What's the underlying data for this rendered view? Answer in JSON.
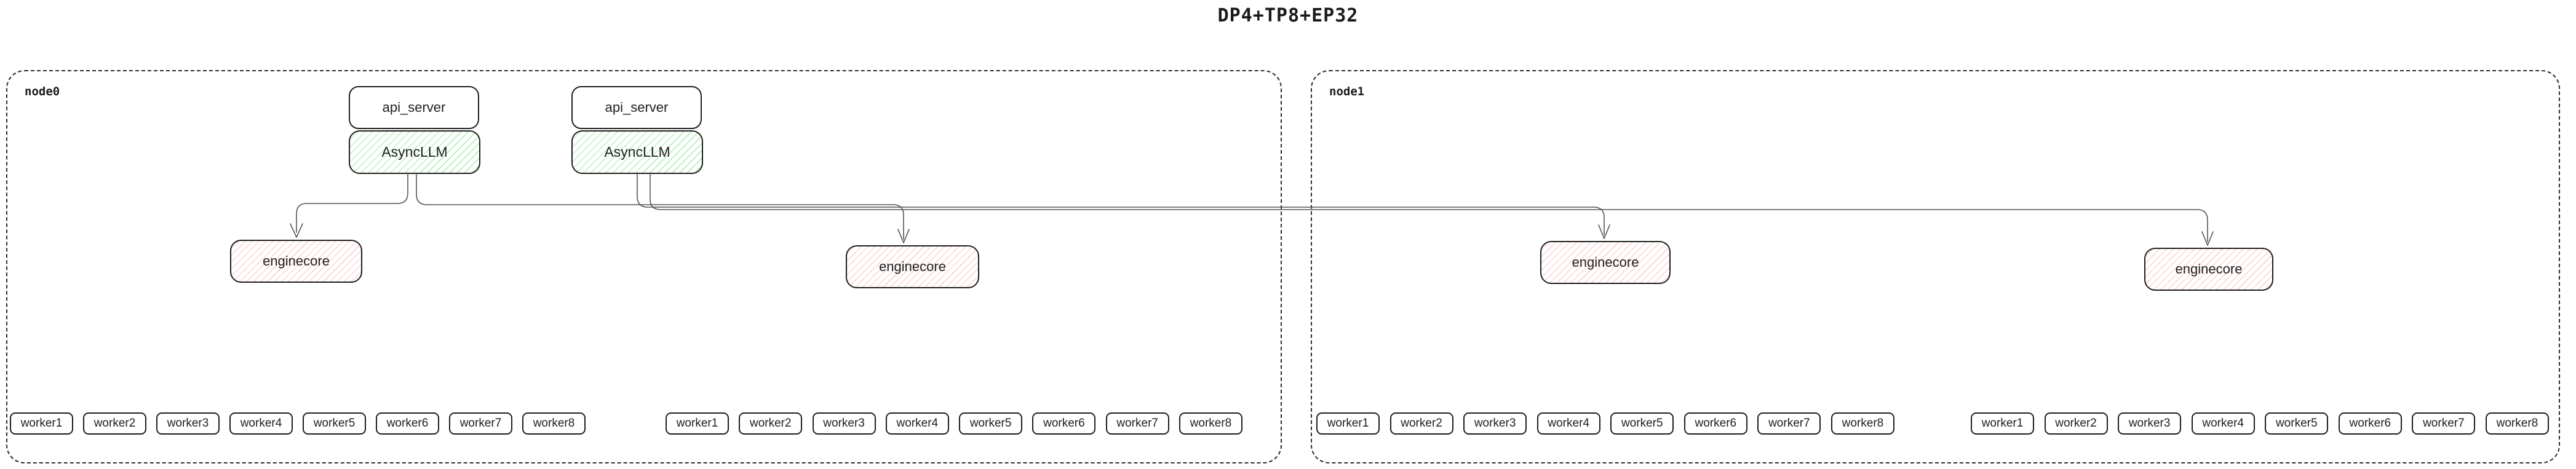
{
  "title": "DP4+TP8+EP32",
  "colors": {
    "background": "#ffffff",
    "box_border": "#1e1e1e",
    "node_border": "#2b2b2b",
    "connector_line": "#555555",
    "async_llm_hatch_green": "#69db7c",
    "enginecore_hatch_red": "#ff8787"
  },
  "nodes": [
    {
      "label": "node0",
      "stacks": [
        {
          "api_server": "api_server",
          "async_llm": "AsyncLLM"
        },
        {
          "api_server": "api_server",
          "async_llm": "AsyncLLM"
        }
      ],
      "enginecores": [
        "enginecore",
        "enginecore"
      ],
      "worker_groups": [
        [
          "worker1",
          "worker2",
          "worker3",
          "worker4",
          "worker5",
          "worker6",
          "worker7",
          "worker8"
        ],
        [
          "worker1",
          "worker2",
          "worker3",
          "worker4",
          "worker5",
          "worker6",
          "worker7",
          "worker8"
        ]
      ]
    },
    {
      "label": "node1",
      "stacks": [],
      "enginecores": [
        "enginecore",
        "enginecore"
      ],
      "worker_groups": [
        [
          "worker1",
          "worker2",
          "worker3",
          "worker4",
          "worker5",
          "worker6",
          "worker7",
          "worker8"
        ],
        [
          "worker1",
          "worker2",
          "worker3",
          "worker4",
          "worker5",
          "worker6",
          "worker7",
          "worker8"
        ]
      ]
    }
  ]
}
